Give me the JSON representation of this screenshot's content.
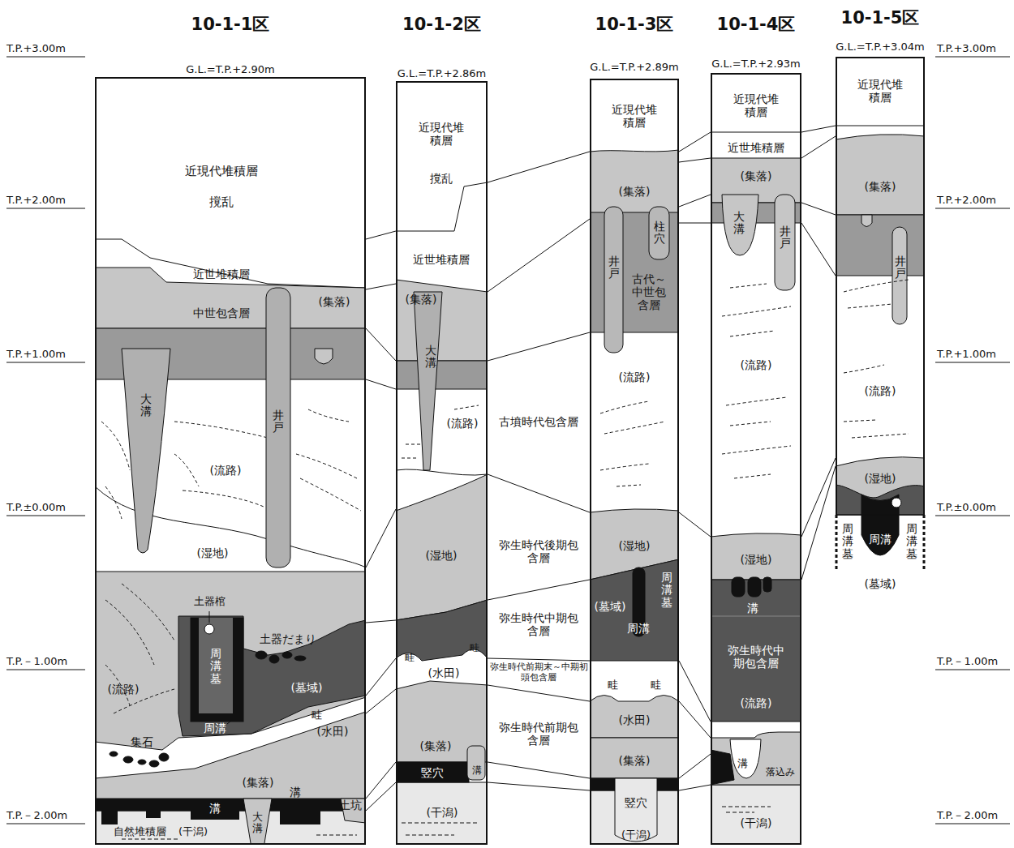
{
  "diagram": {
    "nodes": [
      {
        "text": [
          "10-1-1区",
          "G.L.=T.P.+2.90m"
        ]
      },
      {
        "text": [
          "10-1-2区",
          "G.L.=T.P.+2.86m"
        ]
      },
      {
        "text": [
          "10-1-3区",
          "G.L.=T.P.+2.89m"
        ]
      },
      {
        "text": [
          "10-1-4区",
          "G.L.=T.P.+2.93m"
        ]
      },
      {
        "text": [
          "10-1-5区",
          "G.L.=T.P.+3.04m"
        ]
      }
    ],
    "labels": [
      "T.P.+3.00m",
      "T.P.+2.00m",
      "T.P.+1.00m",
      "T.P.±0.00m",
      "T.P.－1.00m",
      "T.P.－2.00m",
      "T.P.+3.00m",
      "T.P.+2.00m",
      "T.P.+1.00m",
      "T.P.±0.00m",
      "T.P.－1.00m",
      "T.P.－2.00m",
      "近現代堆積層",
      "撹乱",
      "近世堆積層",
      "中世包含層",
      "(集落)",
      "大溝",
      "井戸",
      "(流路)",
      "(湿地)",
      "土器棺",
      "土器だまり",
      "周溝墓",
      "(墓域)",
      "(流路)",
      "周溝",
      "畦",
      "(水田)",
      "集石",
      "(集落)",
      "溝",
      "大溝",
      "溝",
      "土坑",
      "自然堆積層",
      "(干潟)",
      "近現代堆積層",
      "撹乱",
      "近世堆積層",
      "(集落)",
      "大溝",
      "(流路)",
      "(湿地)",
      "畦",
      "(水田)",
      "畦",
      "(集落)",
      "溝",
      "竪穴",
      "(干潟)",
      "古墳時代包含層",
      "弥生時代後期包含層",
      "弥生時代中期包含層",
      "弥生時代前期末～中期初頭包含層",
      "弥生時代前期包含層",
      "近現代堆積層",
      "(集落)",
      "井戸",
      "柱穴",
      "古代～中世包含層",
      "(流路)",
      "(湿地)",
      "(墓域)",
      "周溝",
      "周溝墓",
      "畦",
      "畦",
      "(水田)",
      "(集落)",
      "竪穴",
      "(干潟)",
      "近現代堆積層",
      "近世堆積層",
      "(集落)",
      "大溝",
      "井戸",
      "(流路)",
      "(湿地)",
      "溝",
      "弥生時代中期包含層",
      "(流路)",
      "溝",
      "落込み",
      "(干潟)",
      "近現代堆積層",
      "(集落)",
      "井戸",
      "(流路)",
      "(湿地)",
      "周溝墓",
      "周溝",
      "周溝墓",
      "(墓域)"
    ]
  }
}
